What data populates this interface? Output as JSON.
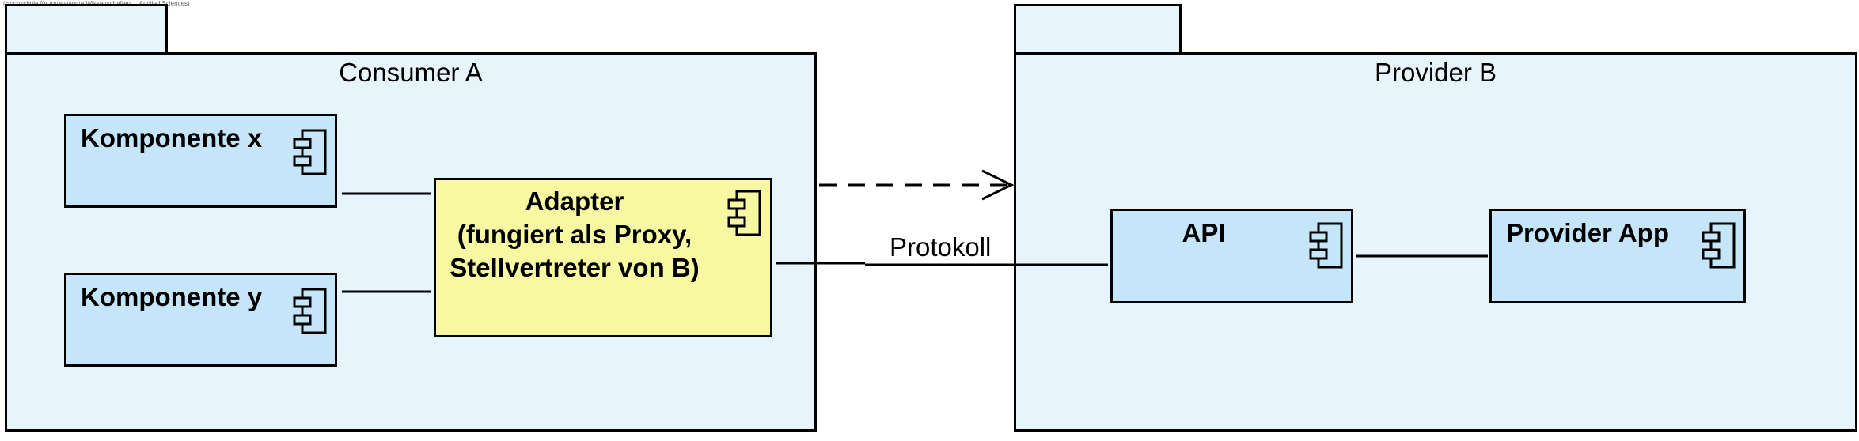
{
  "header_note": "(Hochschule für Angewandte Wissenschaften ... Applied Sciences)",
  "packages": [
    {
      "id": "consumer",
      "title": "Consumer A"
    },
    {
      "id": "provider",
      "title": "Provider B"
    }
  ],
  "components": [
    {
      "id": "komp-x",
      "label": "Komponente x"
    },
    {
      "id": "komp-y",
      "label": "Komponente y"
    },
    {
      "id": "adapter",
      "label_lines": [
        "Adapter",
        "(fungiert als Proxy,",
        "Stellvertreter von B)"
      ]
    },
    {
      "id": "api",
      "label": "API"
    },
    {
      "id": "provider-app",
      "label": "Provider App"
    }
  ],
  "edges": {
    "protocol_label": "Protokoll"
  },
  "colors": {
    "package_fill": "#e8f4fb",
    "component_fill": "#c4e6f8",
    "adapter_fill": "#f8f8a3",
    "stroke": "#000000"
  },
  "icons": {
    "component": "uml-component-icon"
  }
}
